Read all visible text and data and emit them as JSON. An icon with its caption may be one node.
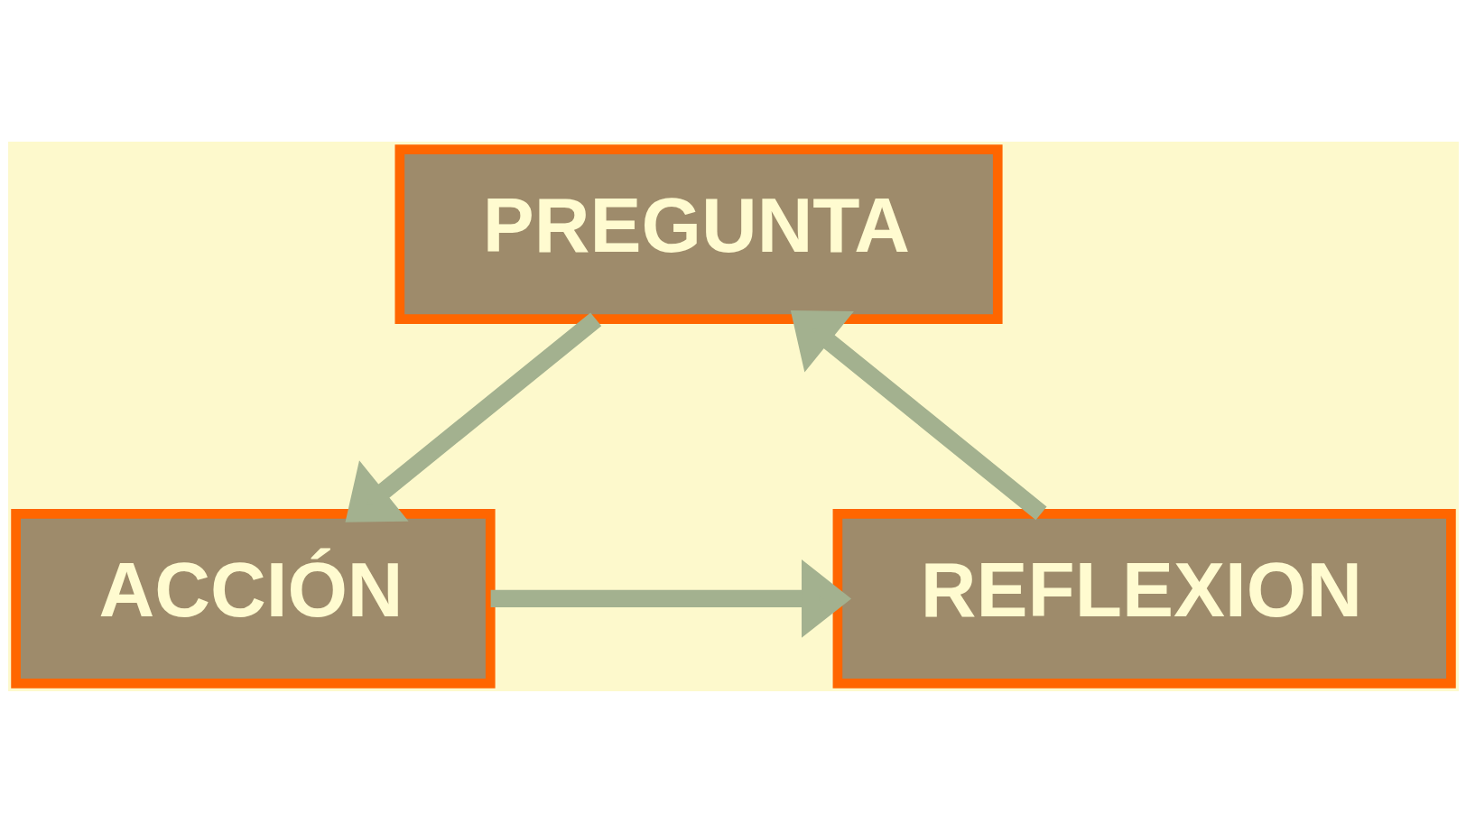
{
  "diagram": {
    "nodes": [
      {
        "text": [
          "PREGUNTA"
        ]
      },
      {
        "text": [
          "ACCIÓN"
        ]
      },
      {
        "text": [
          "REFLEXION"
        ]
      }
    ],
    "edges": [
      {
        "from": 0,
        "to": 1,
        "arrow": "to"
      },
      {
        "from": 1,
        "to": 2,
        "arrow": "to"
      },
      {
        "from": 2,
        "to": 0,
        "arrow": "to"
      }
    ]
  }
}
